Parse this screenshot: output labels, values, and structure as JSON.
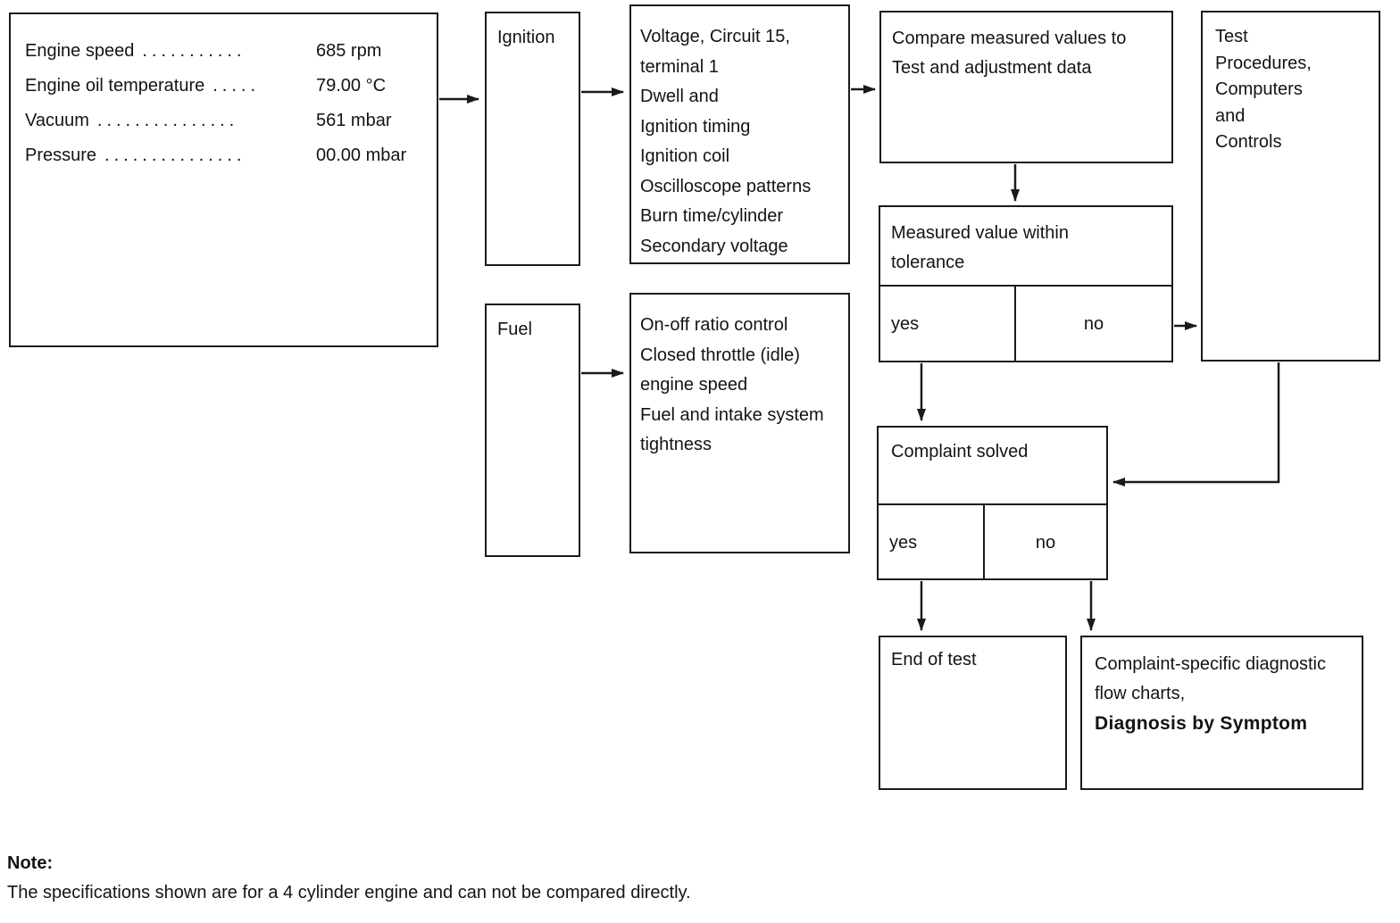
{
  "readings": {
    "rows": [
      {
        "label": "Engine speed",
        "dots": "...........",
        "value": "685 rpm"
      },
      {
        "label": "Engine oil temperature",
        "dots": ".....",
        "value": "79.00 °C"
      },
      {
        "label": "Vacuum",
        "dots": "...............",
        "value": "561 mbar"
      },
      {
        "label": "Pressure",
        "dots": "...............",
        "value": "00.00 mbar"
      }
    ]
  },
  "ignition": {
    "label": "Ignition"
  },
  "fuel": {
    "label": "Fuel"
  },
  "ignition_details": {
    "lines": [
      "Voltage, Circuit 15,",
      "terminal 1",
      "Dwell and",
      "Ignition timing",
      "Ignition coil",
      "Oscilloscope patterns",
      "Burn time/cylinder",
      "Secondary voltage"
    ]
  },
  "fuel_details": {
    "lines": [
      "On-off ratio control",
      "Closed throttle (idle)",
      "engine speed",
      "Fuel and intake system",
      "tightness"
    ]
  },
  "compare": {
    "lines": [
      "Compare measured values to",
      "Test and adjustment data"
    ]
  },
  "tolerance": {
    "lines": [
      "Measured value within",
      "tolerance"
    ],
    "yes_label": "yes",
    "no_label": "no"
  },
  "test_procedures": {
    "lines": [
      "Test",
      "Procedures,",
      "Computers",
      "and",
      "Controls"
    ]
  },
  "complaint": {
    "title": "Complaint solved",
    "yes_label": "yes",
    "no_label": "no"
  },
  "end_of_test": {
    "text": "End of test"
  },
  "diagnosis": {
    "lines": [
      "Complaint-specific diagnostic",
      "flow charts,"
    ],
    "bold_line": "Diagnosis by Symptom"
  },
  "note": {
    "title": "Note:",
    "text": "The specifications shown are for a 4 cylinder engine and can not be compared directly."
  },
  "colors": {
    "line": "#1a1a1a",
    "background": "#ffffff"
  }
}
